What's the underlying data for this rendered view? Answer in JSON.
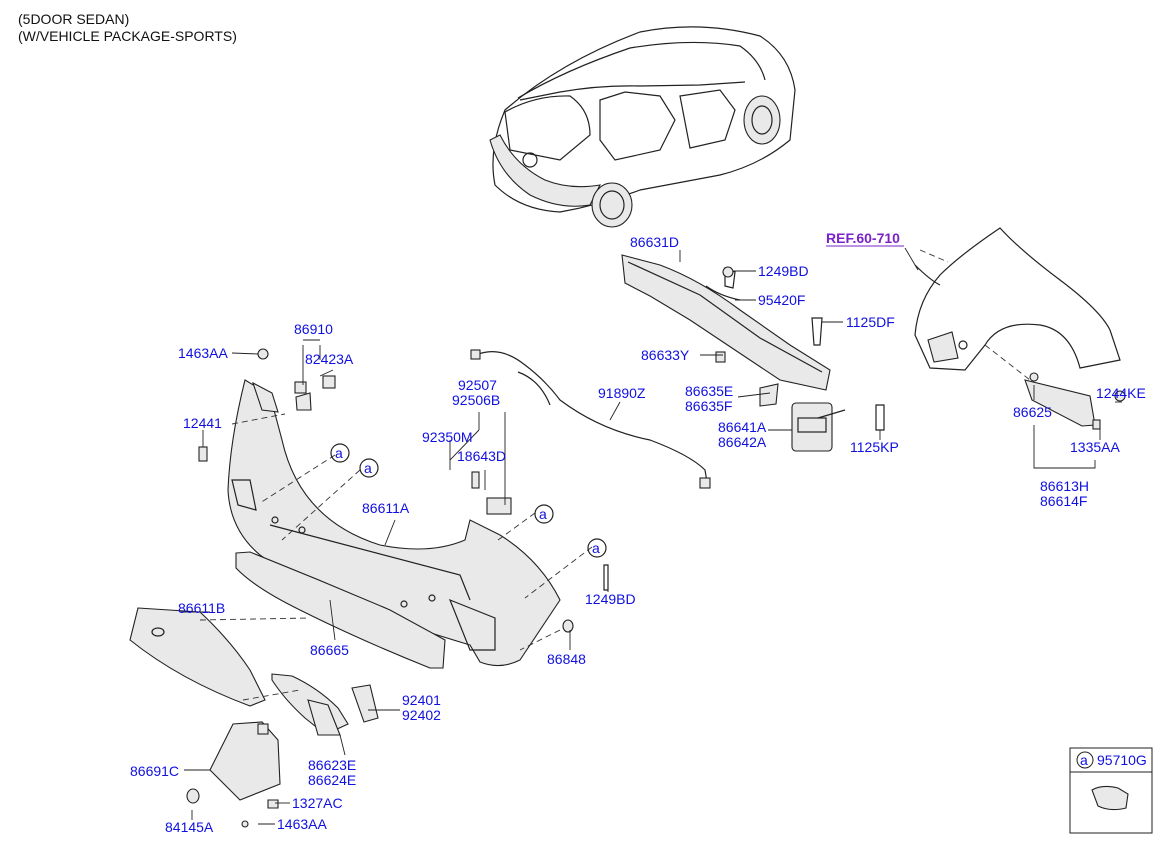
{
  "header": {
    "line1": "(5DOOR SEDAN)",
    "line2": "(W/VEHICLE PACKAGE-SPORTS)"
  },
  "ref_label": "REF.60-710",
  "callout_letter": "a",
  "labels": {
    "l86631D": "86631D",
    "l1249BD_top": "1249BD",
    "l95420F": "95420F",
    "l1125DF": "1125DF",
    "l86633Y": "86633Y",
    "l86635E": "86635E",
    "l86635F": "86635F",
    "l86641A": "86641A",
    "l86642A": "86642A",
    "l1125KP": "1125KP",
    "l86910": "86910",
    "l1463AA_top": "1463AA",
    "l82423A": "82423A",
    "l12441": "12441",
    "l92507": "92507",
    "l92506B": "92506B",
    "l92350M": "92350M",
    "l18643D": "18643D",
    "l91890Z": "91890Z",
    "l86611A": "86611A",
    "l86611B": "86611B",
    "l86665": "86665",
    "l1249BD_bot": "1249BD",
    "l86848": "86848",
    "l92401": "92401",
    "l92402": "92402",
    "l86623E": "86623E",
    "l86624E": "86624E",
    "l86691C": "86691C",
    "l1327AC": "1327AC",
    "l84145A": "84145A",
    "l1463AA_bot": "1463AA",
    "l86625": "86625",
    "l1244KE": "1244KE",
    "l1335AA": "1335AA",
    "l86613H": "86613H",
    "l86614F": "86614F"
  },
  "legend": {
    "letter": "a",
    "part": "95710G"
  }
}
